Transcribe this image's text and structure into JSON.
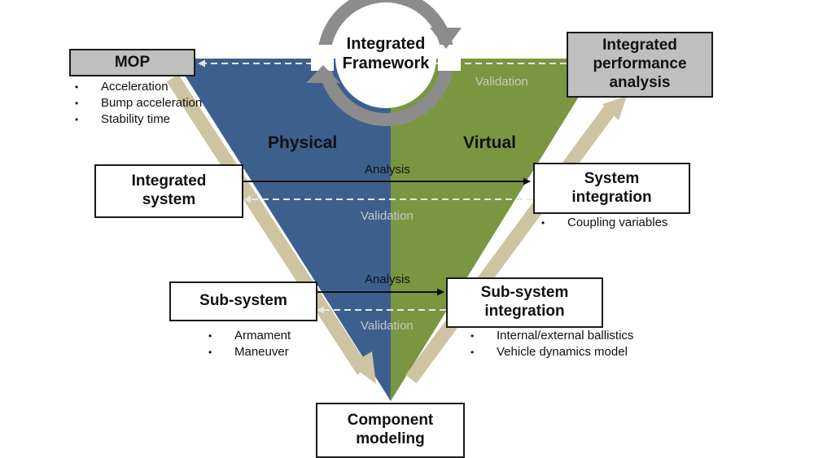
{
  "center": {
    "title": "Integrated\nFramework"
  },
  "halves": {
    "physical": "Physical",
    "virtual": "Virtual"
  },
  "boxes": {
    "mop": "MOP",
    "integrated_performance": "Integrated\nperformance\nanalysis",
    "integrated_system": "Integrated\nsystem",
    "system_integration": "System\nintegration",
    "sub_system": "Sub-system",
    "sub_system_integration": "Sub-system\nintegration",
    "component_modeling": "Component\nmodeling"
  },
  "labels": {
    "analysis_top": "Analysis",
    "analysis_bottom": "Analysis",
    "validation_top": "Validation",
    "validation_middle": "Validation",
    "validation_bottom": "Validation"
  },
  "bullets": {
    "mop": [
      "Acceleration",
      "Bump acceleration",
      "Stability time"
    ],
    "system_integration": [
      "Coupling variables"
    ],
    "sub_system": [
      "Armament",
      "Maneuver"
    ],
    "sub_system_integration": [
      "Internal/external ballistics",
      "Vehicle dynamics model"
    ]
  },
  "colors": {
    "physical": "#3c5f8e",
    "virtual": "#7a9640",
    "side_arrow": "#cdc4a1",
    "cycle": "#8c8c8c",
    "validation_dash": "#e0e0e0"
  }
}
